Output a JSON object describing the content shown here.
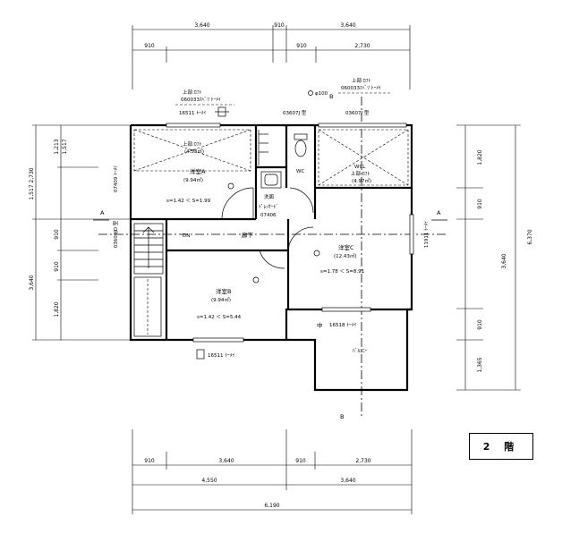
{
  "floor_label": "2 階",
  "dims_top": {
    "row1": [
      "3,640",
      "910",
      "3,640"
    ],
    "row2": [
      "910",
      "910",
      "2,730"
    ]
  },
  "dims_bottom": {
    "row1": [
      "910",
      "3,640",
      "910",
      "2,730"
    ],
    "row2": [
      "4,550",
      "3,640"
    ],
    "row3": "6,190"
  },
  "dims_left": {
    "outer": [
      "2,730",
      "1,517",
      "3,640"
    ],
    "inner": [
      "1,517",
      "1,213",
      "910",
      "910",
      "1,820"
    ]
  },
  "dims_right": {
    "inner": [
      "1,820",
      "910",
      "3,640",
      "910",
      "1,365"
    ],
    "outer": "6,370"
  },
  "section_markers": {
    "a": "A",
    "b": "B"
  },
  "rooms": {
    "room_a": {
      "name": "洋室A",
      "area": "(9.94㎡)",
      "note": "s=1.42 ＜ S=1.99"
    },
    "room_b": {
      "name": "洋室B",
      "area": "(9.94㎡)",
      "note": "s=1.42 ＜ S=5.44"
    },
    "room_c": {
      "name": "洋室C",
      "area": "(12.43㎡)",
      "note": "s=1.78 ＜ S=8.91"
    },
    "wc": {
      "name": "WC"
    },
    "wcl": {
      "name": "WCL"
    },
    "washroom": {
      "name": "洗面"
    },
    "hall": {
      "name": "廊下"
    },
    "balcony": {
      "name": "ﾊﾞﾙｺﾆｰ"
    },
    "down": {
      "name": "DN"
    }
  },
  "loft_labels": {
    "top_left": "上部:ﾛﾌﾄ",
    "top_right": "上部:ﾛﾌﾄ",
    "room_a_loft": "上部:ﾛﾌﾄ",
    "room_a_loft_area": "(4.53㎡)",
    "wcl_loft": "上部:ﾛﾌﾄ",
    "wcl_loft_area": "(4.97㎡)"
  },
  "fixture_codes": {
    "window_top_left": "060033ｽﾍﾞﾘ ﾄｰﾒｲ",
    "window_top_left_2": "16511 ﾄｰﾒｲ",
    "window_top_right": "060033ｽﾍﾞﾘ ﾄｰﾒｲ",
    "vent": "φ100",
    "type_j1": "03607J 型",
    "type_j2": "03607J 型",
    "left_side_1": "07409 ﾄｰﾒｲ",
    "left_side_2": "03609JD 型",
    "room_a_door": "07406",
    "room_a_closet": "ﾄﾞﾚｯｻｰﾄﾞ",
    "right_side": "11911 ﾄｰﾒｲ",
    "balcony_window": "16518 ﾄｰﾒｲ",
    "bottom_window": "16511 ﾄｰﾒｲ"
  }
}
